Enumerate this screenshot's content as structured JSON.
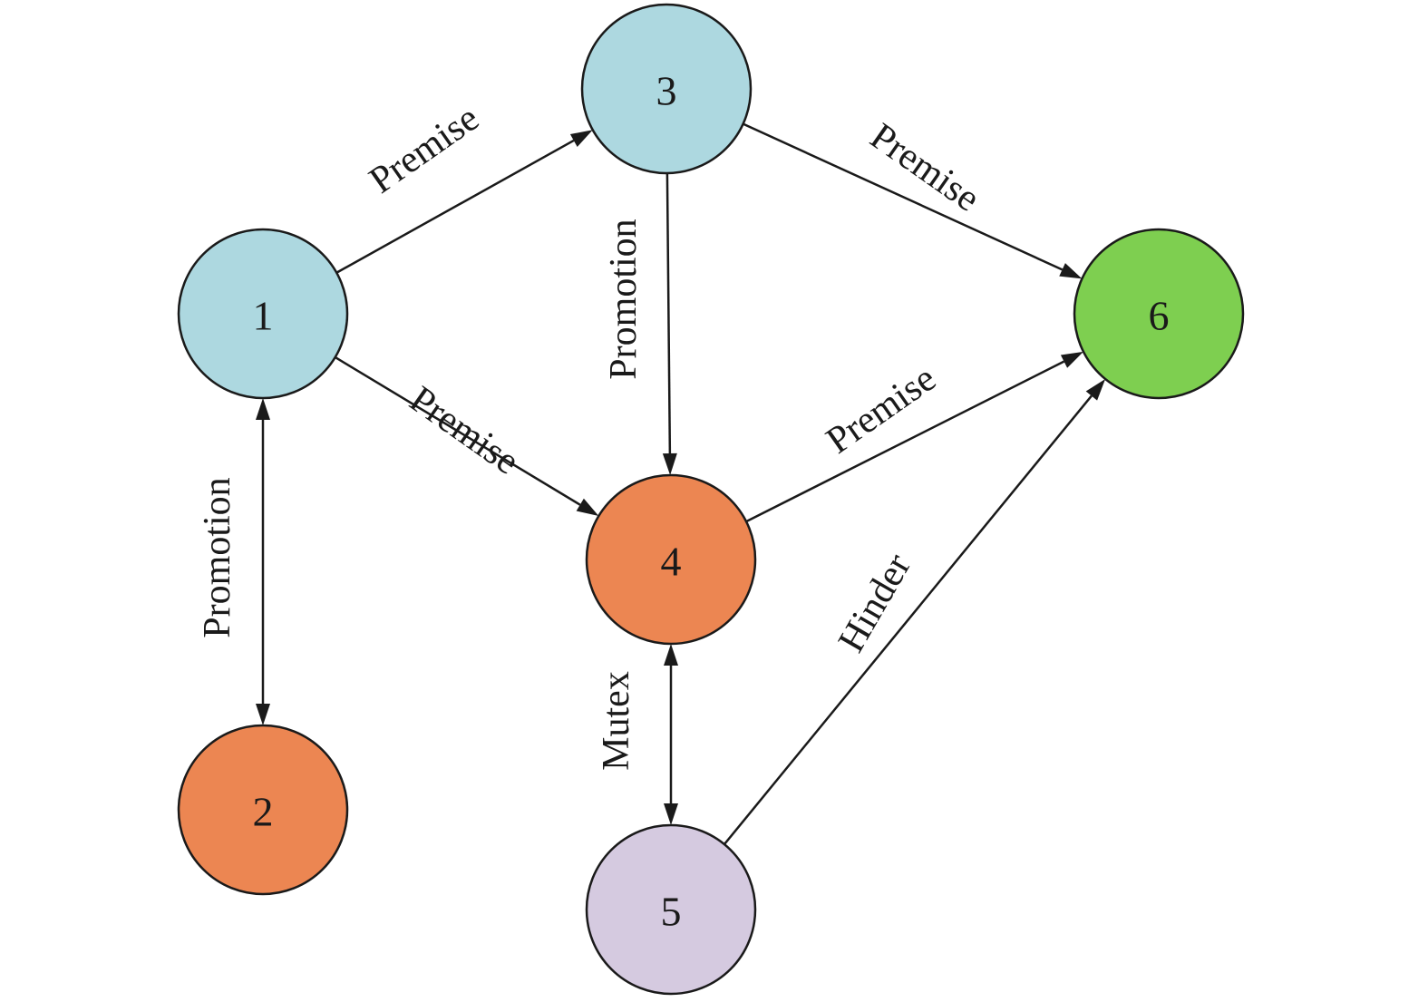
{
  "nodes": [
    {
      "id": "1",
      "label": "1",
      "color": "#ADD8E0"
    },
    {
      "id": "2",
      "label": "2",
      "color": "#EC8652"
    },
    {
      "id": "3",
      "label": "3",
      "color": "#ADD8E0"
    },
    {
      "id": "4",
      "label": "4",
      "color": "#EC8652"
    },
    {
      "id": "5",
      "label": "5",
      "color": "#D5CAE0"
    },
    {
      "id": "6",
      "label": "6",
      "color": "#7ECF50"
    }
  ],
  "edges": [
    {
      "from": "1",
      "to": "3",
      "label": "Premise",
      "bidirectional": false
    },
    {
      "from": "1",
      "to": "4",
      "label": "Premise",
      "bidirectional": false
    },
    {
      "from": "1",
      "to": "2",
      "label": "Promotion",
      "bidirectional": true
    },
    {
      "from": "3",
      "to": "4",
      "label": "Promotion",
      "bidirectional": false
    },
    {
      "from": "3",
      "to": "6",
      "label": "Premise",
      "bidirectional": false
    },
    {
      "from": "4",
      "to": "6",
      "label": "Premise",
      "bidirectional": false
    },
    {
      "from": "4",
      "to": "5",
      "label": "Mutex",
      "bidirectional": true
    },
    {
      "from": "5",
      "to": "6",
      "label": "Hinder",
      "bidirectional": false
    }
  ]
}
